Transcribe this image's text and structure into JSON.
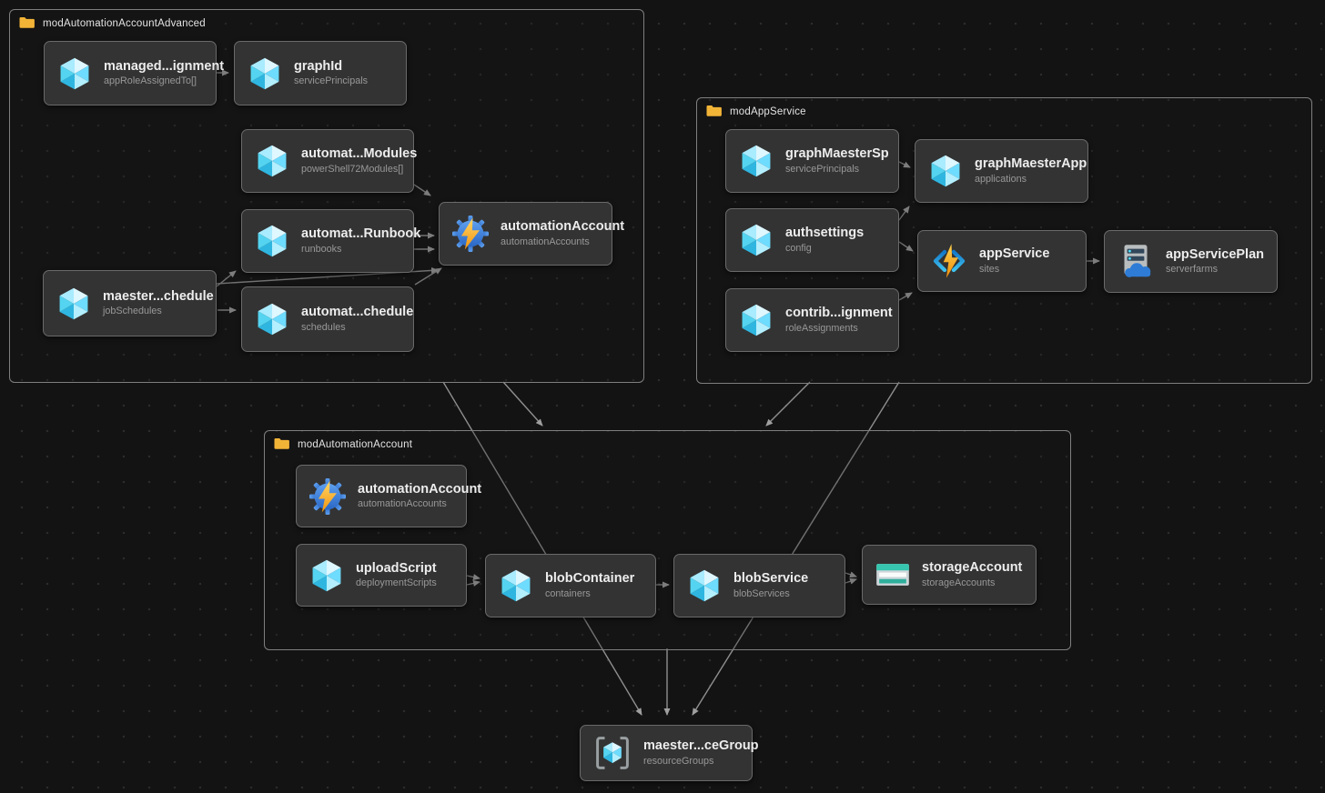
{
  "diagram": {
    "kind": "bicep-module-dependency-graph"
  },
  "colors": {
    "background": "#131313",
    "node_fill": "#333333",
    "node_border": "#6a6a6a",
    "group_border": "#7f7f7f",
    "edge": "#9a9a9a",
    "title_text": "#ededed",
    "subtitle_text": "#989898",
    "folder_icon": "#f2b437",
    "cube_cyan": "#50e6ff",
    "automation_blue": "#3178d4",
    "bolt_yellow": "#ffc71f",
    "storage_teal": "#37c6b0",
    "cloud_blue": "#2e7cd6"
  },
  "groups": [
    {
      "id": "modAutomationAccountAdvanced",
      "label": "modAutomationAccountAdvanced",
      "nodes": [
        {
          "id": "managedAssignment",
          "title": "managed...ignment",
          "subtitle": "appRoleAssignedTo[]",
          "icon": "cube"
        },
        {
          "id": "graphId",
          "title": "graphId",
          "subtitle": "servicePrincipals",
          "icon": "cube"
        },
        {
          "id": "automatModules",
          "title": "automat...Modules",
          "subtitle": "powerShell72Modules[]",
          "icon": "cube"
        },
        {
          "id": "automatRunbook",
          "title": "automat...Runbook",
          "subtitle": "runbooks",
          "icon": "cube"
        },
        {
          "id": "automationAccountAdv",
          "title": "automationAccount",
          "subtitle": "automationAccounts",
          "icon": "automation"
        },
        {
          "id": "maesterSchedule",
          "title": "maester...chedule",
          "subtitle": "jobSchedules",
          "icon": "cube"
        },
        {
          "id": "automatSchedule",
          "title": "automat...chedule",
          "subtitle": "schedules",
          "icon": "cube"
        }
      ]
    },
    {
      "id": "modAppService",
      "label": "modAppService",
      "nodes": [
        {
          "id": "graphMaesterSp",
          "title": "graphMaesterSp",
          "subtitle": "servicePrincipals",
          "icon": "cube"
        },
        {
          "id": "graphMaesterApp",
          "title": "graphMaesterApp",
          "subtitle": "applications",
          "icon": "cube"
        },
        {
          "id": "authsettings",
          "title": "authsettings",
          "subtitle": "config",
          "icon": "cube"
        },
        {
          "id": "appService",
          "title": "appService",
          "subtitle": "sites",
          "icon": "app-service"
        },
        {
          "id": "appServicePlan",
          "title": "appServicePlan",
          "subtitle": "serverfarms",
          "icon": "server-farm"
        },
        {
          "id": "contribAssignment",
          "title": "contrib...ignment",
          "subtitle": "roleAssignments",
          "icon": "cube"
        }
      ]
    },
    {
      "id": "modAutomationAccount",
      "label": "modAutomationAccount",
      "nodes": [
        {
          "id": "automationAccountBasic",
          "title": "automationAccount",
          "subtitle": "automationAccounts",
          "icon": "automation"
        },
        {
          "id": "uploadScript",
          "title": "uploadScript",
          "subtitle": "deploymentScripts",
          "icon": "cube"
        },
        {
          "id": "blobContainer",
          "title": "blobContainer",
          "subtitle": "containers",
          "icon": "cube"
        },
        {
          "id": "blobService",
          "title": "blobService",
          "subtitle": "blobServices",
          "icon": "cube"
        },
        {
          "id": "storageAccount",
          "title": "storageAccount",
          "subtitle": "storageAccounts",
          "icon": "storage"
        }
      ]
    }
  ],
  "standalone_nodes": [
    {
      "id": "maesterResourceGroup",
      "title": "maester...ceGroup",
      "subtitle": "resourceGroups",
      "icon": "resource-group"
    }
  ],
  "edges": [
    {
      "from": "managedAssignment",
      "to": "graphId",
      "lines": 1
    },
    {
      "from": "automatModules",
      "to": "automationAccountAdv",
      "lines": 1
    },
    {
      "from": "automatRunbook",
      "to": "automationAccountAdv",
      "lines": 2
    },
    {
      "from": "maesterSchedule",
      "to": "automatRunbook",
      "lines": 1
    },
    {
      "from": "maesterSchedule",
      "to": "automatSchedule",
      "lines": 1
    },
    {
      "from": "maesterSchedule",
      "to": "automationAccountAdv",
      "lines": 1
    },
    {
      "from": "automatSchedule",
      "to": "automationAccountAdv",
      "lines": 1
    },
    {
      "from": "graphMaesterSp",
      "to": "graphMaesterApp",
      "lines": 1
    },
    {
      "from": "authsettings",
      "to": "graphMaesterApp",
      "lines": 1
    },
    {
      "from": "authsettings",
      "to": "appService",
      "lines": 1
    },
    {
      "from": "contribAssignment",
      "to": "appService",
      "lines": 1
    },
    {
      "from": "appService",
      "to": "appServicePlan",
      "lines": 1
    },
    {
      "from": "uploadScript",
      "to": "blobContainer",
      "lines": 2
    },
    {
      "from": "blobContainer",
      "to": "blobService",
      "lines": 1
    },
    {
      "from": "blobService",
      "to": "storageAccount",
      "lines": 2
    },
    {
      "from": "modAutomationAccountAdvanced",
      "to": "modAutomationAccount",
      "lines": 1
    },
    {
      "from": "modAutomationAccountAdvanced",
      "to": "maesterResourceGroup",
      "lines": 1
    },
    {
      "from": "modAppService",
      "to": "modAutomationAccount",
      "lines": 1
    },
    {
      "from": "modAppService",
      "to": "maesterResourceGroup",
      "lines": 1
    },
    {
      "from": "modAutomationAccount",
      "to": "maesterResourceGroup",
      "lines": 1
    }
  ]
}
